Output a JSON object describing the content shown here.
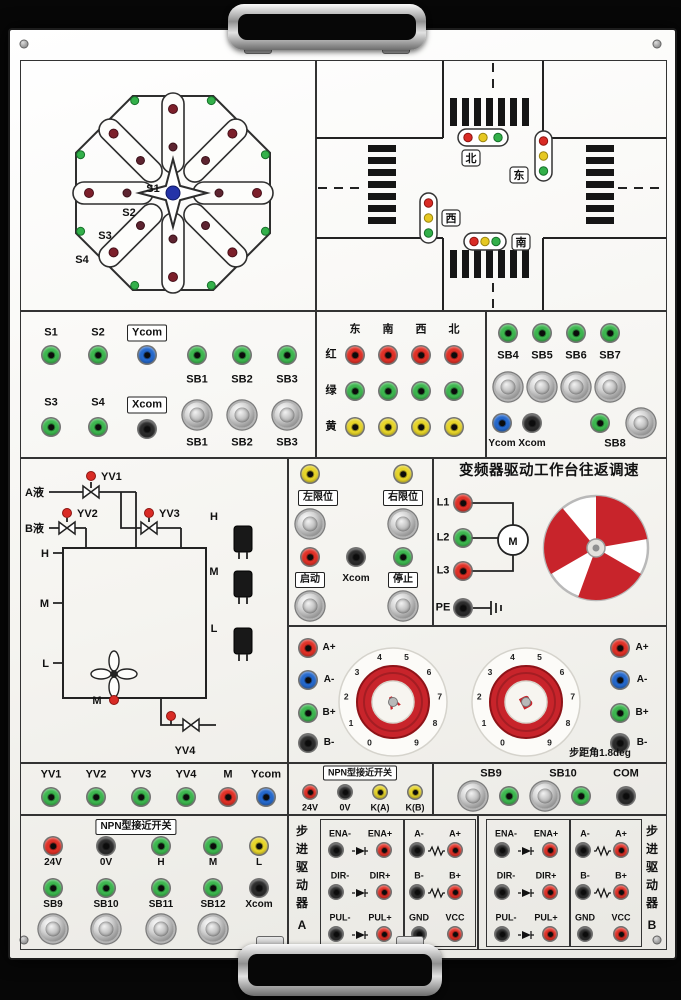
{
  "windmill": {
    "s1": "S1",
    "s2": "S2",
    "s3": "S3",
    "s4": "S4"
  },
  "traffic": {
    "north": "北",
    "east": "东",
    "west": "西",
    "south": "南"
  },
  "left_io": {
    "r1": [
      "S1",
      "S2",
      "Ycom"
    ],
    "r2": [
      "S3",
      "S4",
      "Xcom"
    ],
    "sb_jacks": [
      "SB1",
      "SB2",
      "SB3"
    ],
    "sb_buttons": [
      "SB1",
      "SB2",
      "SB3"
    ]
  },
  "traffic_io": {
    "cols": [
      "东",
      "南",
      "西",
      "北"
    ],
    "rows": [
      "红",
      "绿",
      "黄"
    ]
  },
  "sb_io": {
    "jacks": [
      "SB4",
      "SB5",
      "SB6",
      "SB7"
    ],
    "ycom": "Ycom",
    "xcom": "Xcom",
    "sb8": "SB8"
  },
  "tank": {
    "liquid_a": "A液",
    "liquid_b": "B液",
    "yv1": "YV1",
    "yv2": "YV2",
    "yv3": "YV3",
    "yv4": "YV4",
    "level_h": "H",
    "level_m": "M",
    "level_l": "L",
    "sensor_h": "H",
    "sensor_m": "M",
    "sensor_l": "L",
    "motor": "M"
  },
  "limits": {
    "left": "左限位",
    "right": "右限位",
    "start": "启动",
    "xcom": "Xcom",
    "stop": "停止"
  },
  "vfd": {
    "title": "变频器驱动工作台往返调速",
    "l1": "L1",
    "l2": "L2",
    "l3": "L3",
    "pe": "PE",
    "motor": "M"
  },
  "knobs": {
    "left": [
      "A+",
      "A-",
      "B+",
      "B-"
    ],
    "right": [
      "A+",
      "A-",
      "B+",
      "B-"
    ],
    "a": "A",
    "b": "B",
    "dial": [
      "0",
      "1",
      "2",
      "3",
      "4",
      "5",
      "6",
      "7",
      "8",
      "9"
    ],
    "note": "步距角1.8deg"
  },
  "yv_row": [
    "YV1",
    "YV2",
    "YV3",
    "YV4",
    "M",
    "Ycom"
  ],
  "npn_small": {
    "title": "NPN型接近开关",
    "labels": [
      "24V",
      "0V",
      "K(A)",
      "K(B)"
    ]
  },
  "sb_row": [
    "SB9",
    "SB10",
    "COM"
  ],
  "npn_big": {
    "title": "NPN型接近开关",
    "r1": [
      "24V",
      "0V",
      "H",
      "M",
      "L"
    ],
    "r2": [
      "SB9",
      "SB10",
      "SB11",
      "SB12",
      "Xcom"
    ]
  },
  "driver_a": {
    "chars": [
      "步",
      "进",
      "驱",
      "动",
      "器",
      "A"
    ],
    "ctrl": [
      [
        "ENA-",
        "ENA+"
      ],
      [
        "DIR-",
        "DIR+"
      ],
      [
        "PUL-",
        "PUL+"
      ]
    ],
    "power": [
      [
        "A-",
        "A+"
      ],
      [
        "B-",
        "B+"
      ],
      [
        "GND",
        "VCC"
      ]
    ]
  },
  "driver_b": {
    "chars": [
      "步",
      "进",
      "驱",
      "动",
      "器",
      "B"
    ],
    "ctrl": [
      [
        "ENA-",
        "ENA+"
      ],
      [
        "DIR-",
        "DIR+"
      ],
      [
        "PUL-",
        "PUL+"
      ]
    ],
    "power": [
      [
        "A-",
        "A+"
      ],
      [
        "B-",
        "B+"
      ],
      [
        "GND",
        "VCC"
      ]
    ]
  },
  "colors": {
    "jack_green": "#3cb64e",
    "jack_red": "#e03026",
    "jack_blue": "#2468cc",
    "jack_yellow": "#e6d429",
    "jack_black": "#2b2b2b",
    "accent_red": "#c8242b"
  }
}
